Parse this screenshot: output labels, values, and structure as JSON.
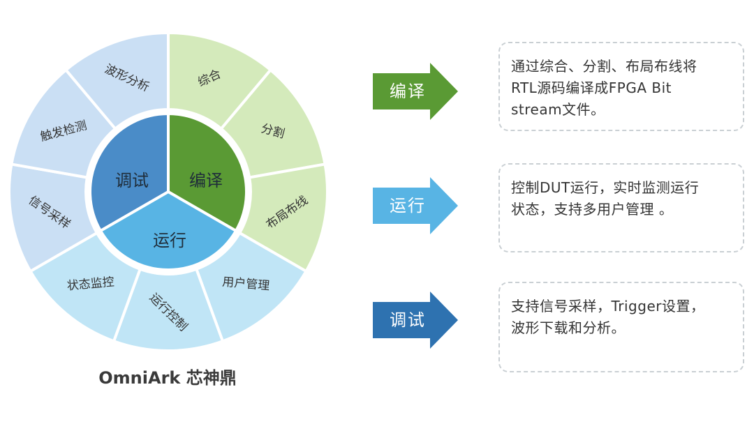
{
  "wheel": {
    "core": [
      {
        "label": "调试",
        "color": "#4a8cc8"
      },
      {
        "label": "编译",
        "color": "#5a9a34"
      },
      {
        "label": "运行",
        "color": "#58b4e4"
      }
    ],
    "outer": [
      {
        "label": "综合",
        "color": "#d4eabb"
      },
      {
        "label": "分割",
        "color": "#d4eabb"
      },
      {
        "label": "布局布线",
        "color": "#d4eabb"
      },
      {
        "label": "用户管理",
        "color": "#c0e5f6"
      },
      {
        "label": "运行控制",
        "color": "#c0e5f6"
      },
      {
        "label": "状态监控",
        "color": "#c0e5f6"
      },
      {
        "label": "信号采样",
        "color": "#cadff4"
      },
      {
        "label": "触发检测",
        "color": "#cadff4"
      },
      {
        "label": "波形分析",
        "color": "#cadff4"
      }
    ]
  },
  "caption": "OmniArk 芯神鼎",
  "flows": [
    {
      "label": "编译",
      "color": "#5a9a34",
      "description": "通过综合、分割、布局布线将\nRTL源码编译成FPGA Bit\nstream文件。"
    },
    {
      "label": "运行",
      "color": "#58b4e4",
      "description": "控制DUT运行，实时监测运行\n状态，支持多用户管理 。"
    },
    {
      "label": "调试",
      "color": "#2e72b0",
      "description": "支持信号采样，Trigger设置，\n波形下载和分析。"
    }
  ]
}
